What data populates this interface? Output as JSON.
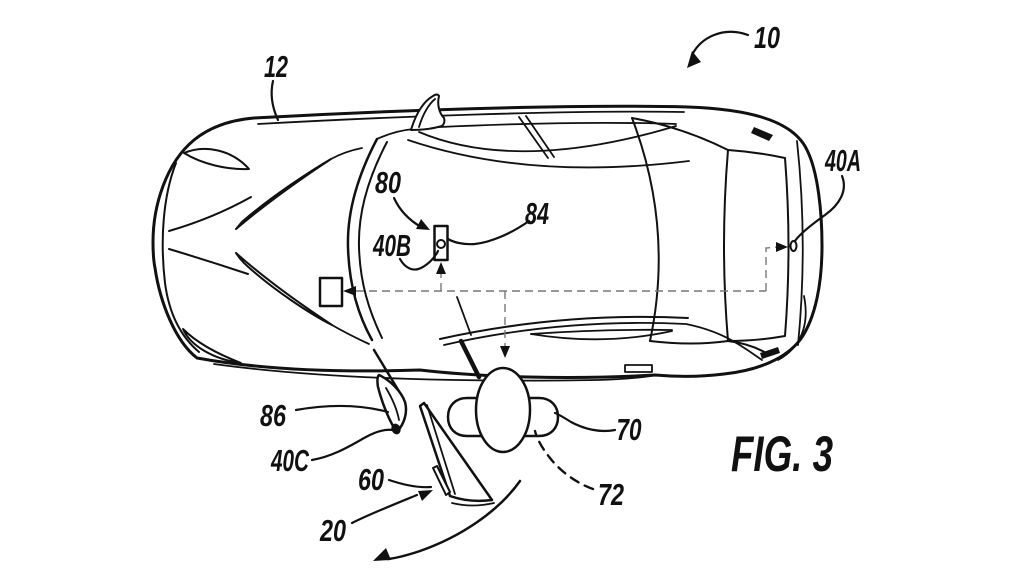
{
  "figure": {
    "caption": "FIG. 3",
    "reference_numerals": {
      "n10": "10",
      "n12": "12",
      "n20": "20",
      "n40A": "40A",
      "n40B": "40B",
      "n40C": "40C",
      "n60": "60",
      "n70": "70",
      "n72": "72",
      "n80": "80",
      "n84": "84",
      "n86": "86"
    }
  },
  "colors": {
    "ink": "#111111",
    "dashed_line": "#777777",
    "background": "#ffffff"
  }
}
